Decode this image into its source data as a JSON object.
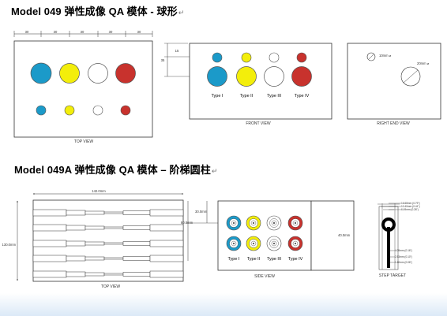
{
  "titles": {
    "sphere": "Model 049 弹性成像 QA 模体 - 球形",
    "cylinder": "Model 049A 弹性成像 QA 模体 – 阶梯圆柱",
    "return_mark": "↵"
  },
  "colors": {
    "blue": "#1b9ac9",
    "yellow": "#f3ee0b",
    "white": "#ffffff",
    "red": "#c8322d"
  },
  "sphere_diagram": {
    "top_view": {
      "caption": "TOP VIEW",
      "dims": [
        "30",
        "30",
        "30",
        "30",
        "30"
      ]
    },
    "front_view": {
      "caption": "FRONT VIEW",
      "dims": [
        "15",
        "35"
      ],
      "types": [
        "Type I",
        "Type II",
        "Type III",
        "Type IV"
      ]
    },
    "right_end_view": {
      "caption": "RIGHT END VIEW",
      "labels": [
        "10mm ⌀",
        "20mm ⌀"
      ]
    }
  },
  "cylinder_diagram": {
    "top_view": {
      "caption": "TOP VIEW",
      "width_dim": "142.0mm",
      "height_dim": "130.0mm"
    },
    "side_view": {
      "caption": "SIDE VIEW",
      "dims": [
        "30.0mm",
        "80.0mm",
        "40.0mm"
      ],
      "types": [
        "Type I",
        "Type II",
        "Type III",
        "Type IV"
      ]
    },
    "step_target": {
      "caption": "STEP TARGET",
      "top_labels": [
        "16.68mm (0.79\")",
        "10.40mm (0.41\")",
        "6.49mm (0.26\")"
      ],
      "bottom_labels": [
        "4.05mm (0.16\")",
        "2.53mm (0.10\")",
        "1.60mm (0.06\")"
      ]
    }
  }
}
